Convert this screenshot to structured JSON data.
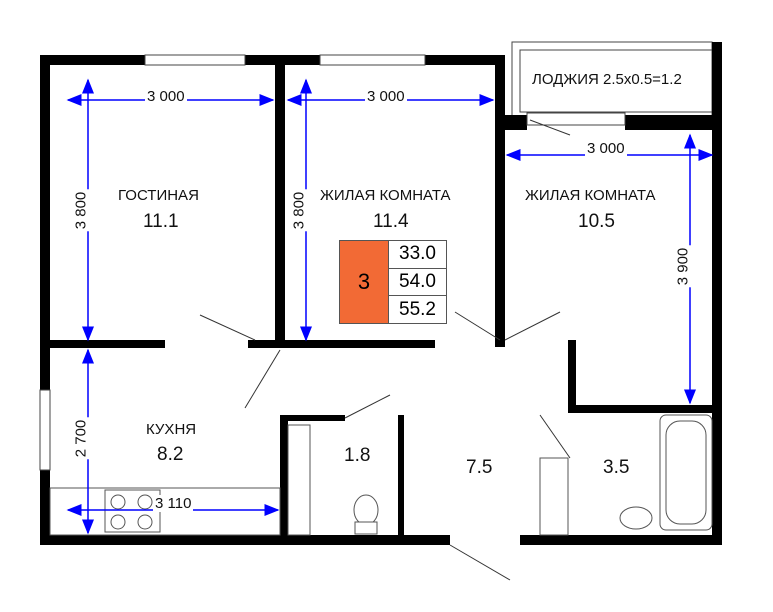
{
  "rooms": {
    "living": {
      "name": "ГОСТИНАЯ",
      "area": "11.1"
    },
    "bedroom1": {
      "name": "ЖИЛАЯ КОМНАТА",
      "area": "11.4"
    },
    "bedroom2": {
      "name": "ЖИЛАЯ КОМНАТА",
      "area": "10.5"
    },
    "kitchen": {
      "name": "КУХНЯ",
      "area": "8.2"
    },
    "wc": {
      "area": "1.8"
    },
    "hall": {
      "area": "7.5"
    },
    "bath": {
      "area": "3.5"
    },
    "loggia": {
      "label": "ЛОДЖИЯ 2.5x0.5=1.2"
    }
  },
  "dimensions": {
    "living_width": "3 000",
    "bedroom1_width": "3 000",
    "bedroom2_width": "3 000",
    "living_height": "3 800",
    "bedroom1_height": "3 800",
    "bedroom2_height": "3 900",
    "kitchen_height": "2 700",
    "kitchen_width": "3 110"
  },
  "summary": {
    "rooms_count": "3",
    "living_area": "33.0",
    "total_area": "54.0",
    "total_with_loggia": "55.2"
  },
  "colors": {
    "accent": "#f26a35",
    "dimension_line": "#0000ff",
    "wall": "#000000"
  }
}
